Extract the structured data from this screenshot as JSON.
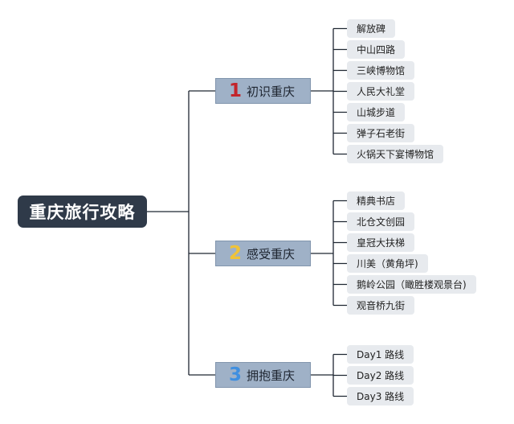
{
  "root": {
    "title": "重庆旅行攻略"
  },
  "branches": [
    {
      "number": "1",
      "number_color": "#c3252b",
      "label": "初识重庆",
      "children": [
        "解放碑",
        "中山四路",
        "三峡博物馆",
        "人民大礼堂",
        "山城步道",
        "弹子石老街",
        "火锅天下宴博物馆"
      ]
    },
    {
      "number": "2",
      "number_color": "#f0c338",
      "label": "感受重庆",
      "children": [
        "精典书店",
        "北仓文创园",
        "皇冠大扶梯",
        "川美（黄角坪)",
        "鹅岭公园（瞰胜楼观景台)",
        "观音桥九街"
      ]
    },
    {
      "number": "3",
      "number_color": "#3f8fe0",
      "label": "拥抱重庆",
      "children": [
        "Day1 路线",
        "Day2 路线",
        "Day3 路线"
      ]
    }
  ],
  "colors": {
    "connector": "#1f2732",
    "root_bg": "#2f3a49",
    "branch_bg": "#9fb1c7",
    "leaf_bg": "#e7eaee"
  }
}
